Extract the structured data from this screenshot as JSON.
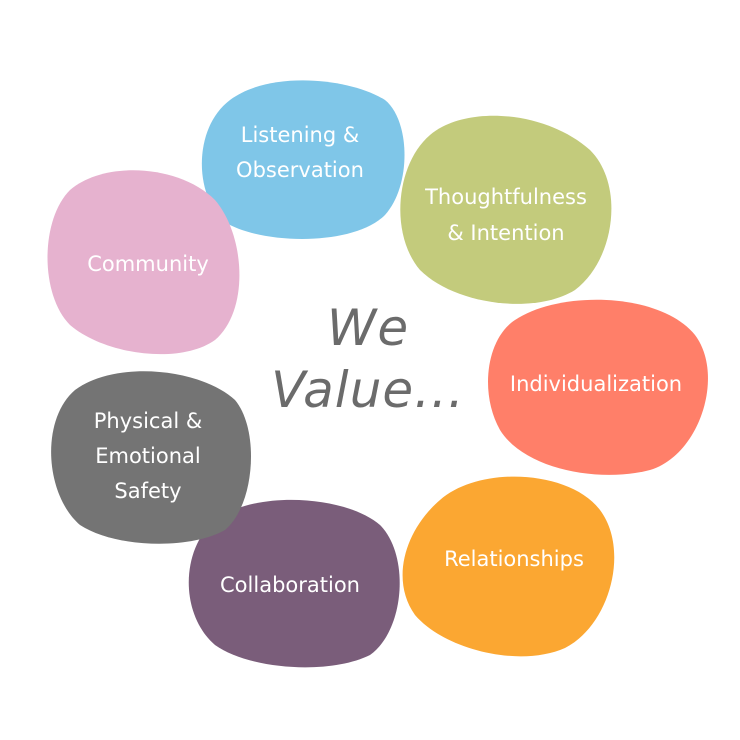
{
  "title": {
    "line1": "We",
    "line2": "Value..."
  },
  "values": [
    {
      "id": "listening",
      "lines": [
        "Listening &",
        "Observation"
      ],
      "color": "#7FC6E8"
    },
    {
      "id": "thoughtfulness",
      "lines": [
        "Thoughtfulness",
        "& Intention"
      ],
      "color": "#C3CB7C"
    },
    {
      "id": "individualization",
      "lines": [
        "Individualization"
      ],
      "color": "#FF7F69"
    },
    {
      "id": "relationships",
      "lines": [
        "Relationships"
      ],
      "color": "#FBA732"
    },
    {
      "id": "collaboration",
      "lines": [
        "Collaboration"
      ],
      "color": "#7A5D7A"
    },
    {
      "id": "safety",
      "lines": [
        "Physical &",
        "Emotional",
        "Safety"
      ],
      "color": "#747474"
    },
    {
      "id": "community",
      "lines": [
        "Community"
      ],
      "color": "#E6B2CF"
    }
  ]
}
